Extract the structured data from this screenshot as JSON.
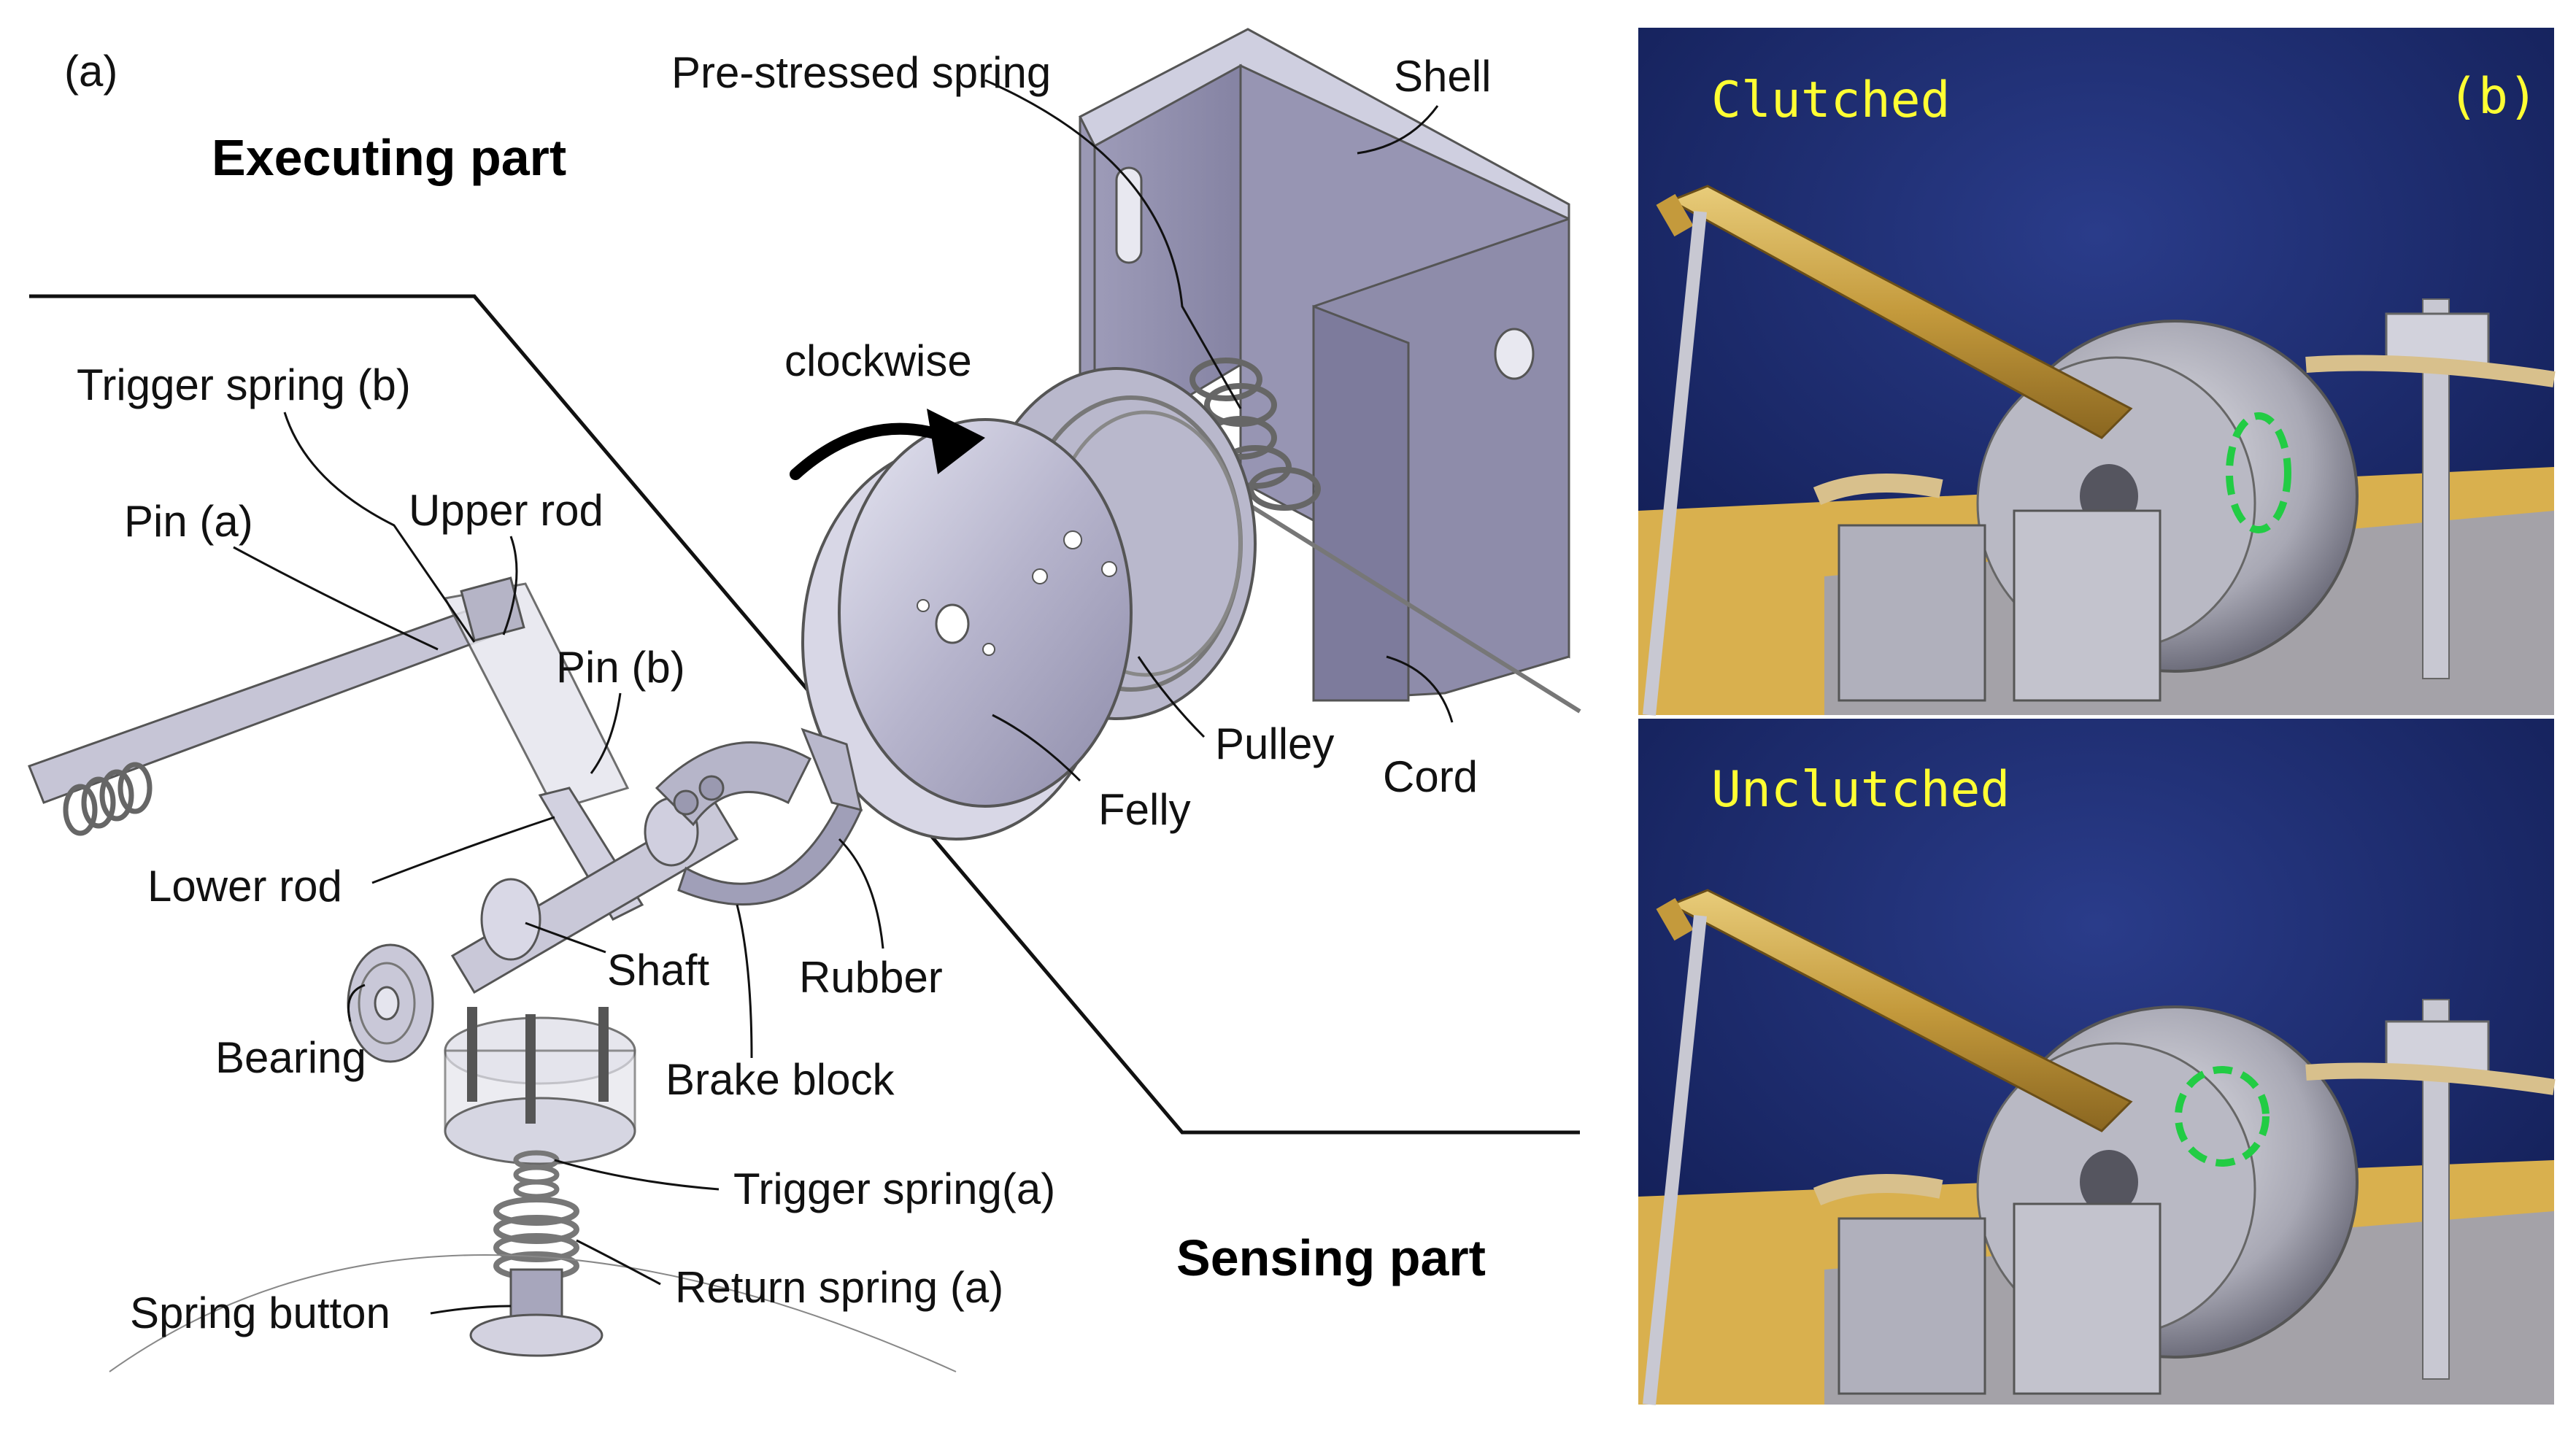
{
  "panel_a": {
    "label": "(a)",
    "headings": {
      "executing": "Executing part",
      "sensing": "Sensing part"
    },
    "parts": {
      "pre_stressed_spring": "Pre-stressed spring",
      "shell": "Shell",
      "clockwise": "clockwise",
      "trigger_spring_b": "Trigger spring (b)",
      "pin_a": "Pin (a)",
      "upper_rod": "Upper rod",
      "pin_b": "Pin (b)",
      "pulley": "Pulley",
      "cord": "Cord",
      "felly": "Felly",
      "lower_rod": "Lower rod",
      "shaft": "Shaft",
      "rubber": "Rubber",
      "bearing": "Bearing",
      "brake_block": "Brake block",
      "trigger_spring_a": "Trigger spring(a)",
      "return_spring_a": "Return spring (a)",
      "spring_button": "Spring button"
    }
  },
  "panel_b": {
    "label": "(b)",
    "top_state": "Clutched",
    "bottom_state": "Unclutched",
    "highlight_color": "#22cc44"
  },
  "colors": {
    "metal": "#a9a7bf",
    "metal_dark": "#8c8aa6",
    "photo_bg": "#1b2a6e",
    "brass": "#c8a34a",
    "table": "#d9b04e"
  }
}
